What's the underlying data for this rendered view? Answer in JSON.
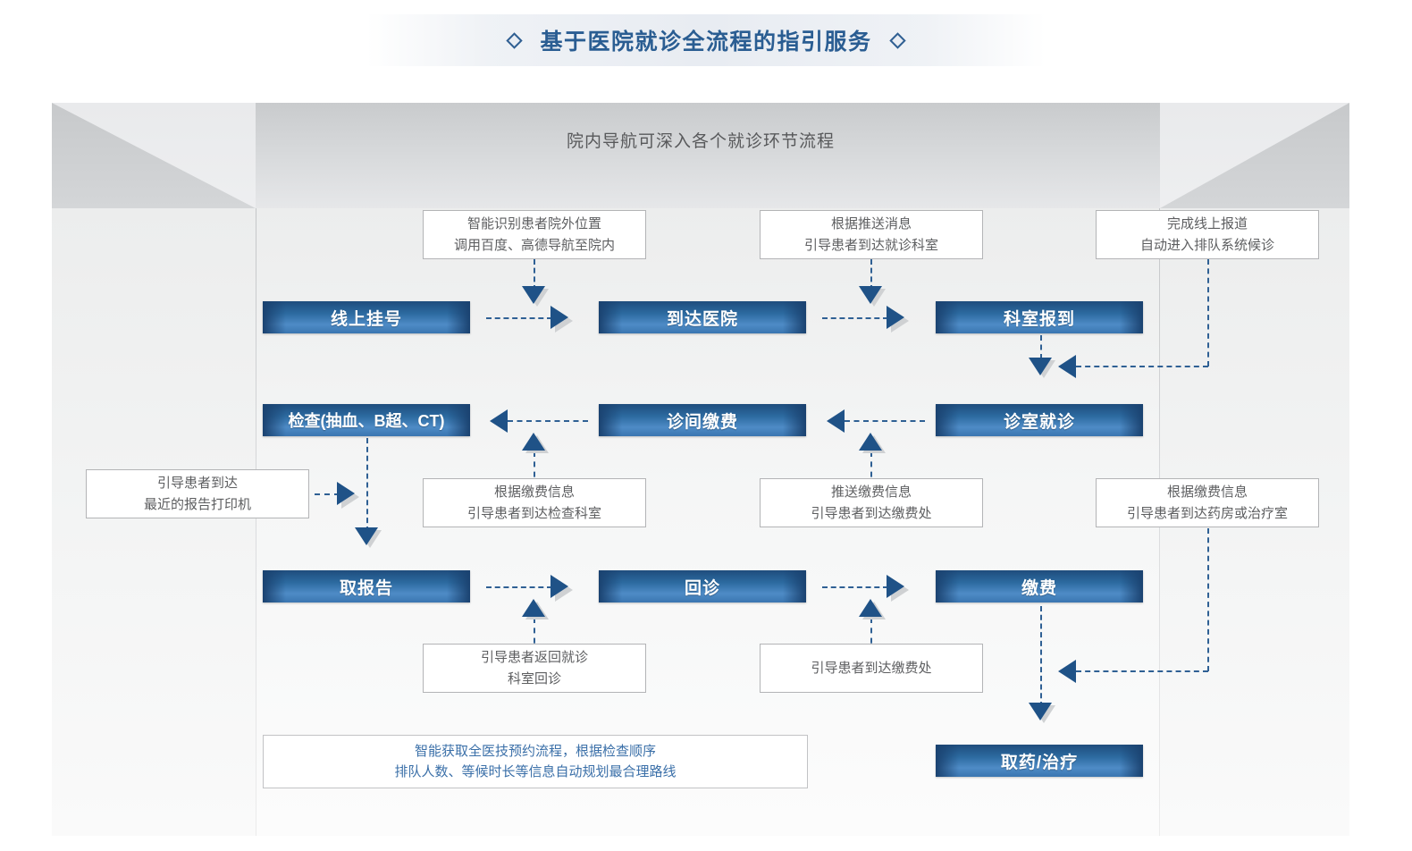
{
  "title": {
    "text": "基于医院就诊全流程的指引服务",
    "left_ornament": "diamond-ornament",
    "right_ornament": "diamond-ornament"
  },
  "stage": {
    "heading": "院内导航可深入各个就诊环节流程"
  },
  "colors": {
    "title_blue": "#2a5d92",
    "box_gradient_dark": "#1f4d7d",
    "box_gradient_light": "#4e8bc6",
    "arrow_blue": "#1f5287",
    "note_border": "#b3b4b6",
    "note_text": "#5d5e60",
    "note_text_blue": "#3a6fa8",
    "heading_gray": "#58595b"
  },
  "process_boxes": [
    {
      "id": "online-registration",
      "label": "线上挂号",
      "row": 1,
      "col": 1
    },
    {
      "id": "arrive-hospital",
      "label": "到达医院",
      "row": 1,
      "col": 2
    },
    {
      "id": "department-checkin",
      "label": "科室报到",
      "row": 1,
      "col": 3
    },
    {
      "id": "examination",
      "label": "检查(抽血、B超、CT)",
      "row": 2,
      "col": 1
    },
    {
      "id": "consult-payment",
      "label": "诊间缴费",
      "row": 2,
      "col": 2
    },
    {
      "id": "clinic-visit",
      "label": "诊室就诊",
      "row": 2,
      "col": 3
    },
    {
      "id": "collect-report",
      "label": "取报告",
      "row": 3,
      "col": 1
    },
    {
      "id": "revisit",
      "label": "回诊",
      "row": 3,
      "col": 2
    },
    {
      "id": "payment",
      "label": "缴费",
      "row": 3,
      "col": 3
    },
    {
      "id": "medicine-treatment",
      "label": "取药/治疗",
      "row": 4,
      "col": 3
    }
  ],
  "notes": [
    {
      "id": "note-outside-location",
      "lines": [
        "智能识别患者院外位置",
        "调用百度、高德导航至院内"
      ],
      "style": "gray"
    },
    {
      "id": "note-push-message",
      "lines": [
        "根据推送消息",
        "引导患者到达就诊科室"
      ],
      "style": "gray"
    },
    {
      "id": "note-online-checkin",
      "lines": [
        "完成线上报道",
        "自动进入排队系统候诊"
      ],
      "style": "gray"
    },
    {
      "id": "note-nearest-printer",
      "lines": [
        "引导患者到达",
        "最近的报告打印机"
      ],
      "style": "gray"
    },
    {
      "id": "note-payment-to-exam",
      "lines": [
        "根据缴费信息",
        "引导患者到达检查科室"
      ],
      "style": "gray"
    },
    {
      "id": "note-push-payment",
      "lines": [
        "推送缴费信息",
        "引导患者到达缴费处"
      ],
      "style": "gray"
    },
    {
      "id": "note-pharmacy-or-treatment",
      "lines": [
        "根据缴费信息",
        "引导患者到达药房或治疗室"
      ],
      "style": "gray"
    },
    {
      "id": "note-return-to-clinic",
      "lines": [
        "引导患者返回就诊",
        "科室回诊"
      ],
      "style": "gray"
    },
    {
      "id": "note-guide-to-cashier",
      "lines": [
        "引导患者到达缴费处"
      ],
      "style": "gray"
    },
    {
      "id": "note-smart-route",
      "lines": [
        "智能获取全医技预约流程，根据检查顺序",
        "排队人数、等候时长等信息自动规划最合理路线"
      ],
      "style": "blue"
    }
  ]
}
